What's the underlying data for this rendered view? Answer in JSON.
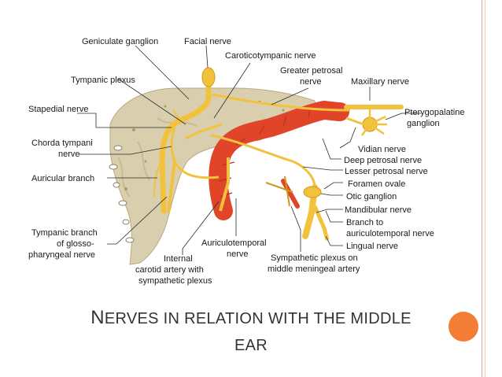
{
  "slide": {
    "title_line1_initial": "N",
    "title_line1_rest": "ERVES IN RELATION WITH THE MIDDLE",
    "title_line2": "EAR"
  },
  "colors": {
    "accent_dot": "#f47d35",
    "frame_line": "#e9a995",
    "bone": "#d9cfae",
    "artery": "#e0452a",
    "nerve": "#f2c23c"
  },
  "labels": {
    "geniculate_ganglion": "Geniculate ganglion",
    "facial_nerve": "Facial nerve",
    "caroticotympanic_nerve": "Caroticotympanic nerve",
    "greater_petrosal_nerve_1": "Greater petrosal",
    "greater_petrosal_nerve_2": "nerve",
    "maxillary_nerve": "Maxillary nerve",
    "tympanic_plexus": "Tympanic plexus",
    "stapedial_nerve": "Stapedial nerve",
    "pterygopalatine_1": "Pterygopalatine",
    "pterygopalatine_2": "ganglion",
    "chorda_tympani_1": "Chorda tympani",
    "chorda_tympani_2": "nerve",
    "vidian_nerve": "Vidian nerve",
    "deep_petrosal_nerve": "Deep petrosal nerve",
    "auricular_branch": "Auricular branch",
    "lesser_petrosal_nerve": "Lesser petrosal nerve",
    "foramen_ovale": "Foramen ovale",
    "otic_ganglion": "Otic ganglion",
    "mandibular_nerve": "Mandibular nerve",
    "branch_to_1": "Branch to",
    "branch_to_2": "auriculotemporal nerve",
    "lingual_nerve": "Lingual nerve",
    "tympanic_branch_1": "Tympanic branch",
    "tympanic_branch_2": "of glosso-",
    "tympanic_branch_3": "pharyngeal nerve",
    "auriculotemporal_1": "Auriculotemporal",
    "auriculotemporal_2": "nerve",
    "internal_carotid_1": "Internal",
    "internal_carotid_2": "carotid artery with",
    "internal_carotid_3": "sympathetic plexus",
    "sympathetic_plexus_1": "Sympathetic plexus on",
    "sympathetic_plexus_2": "middle meningeal artery"
  }
}
